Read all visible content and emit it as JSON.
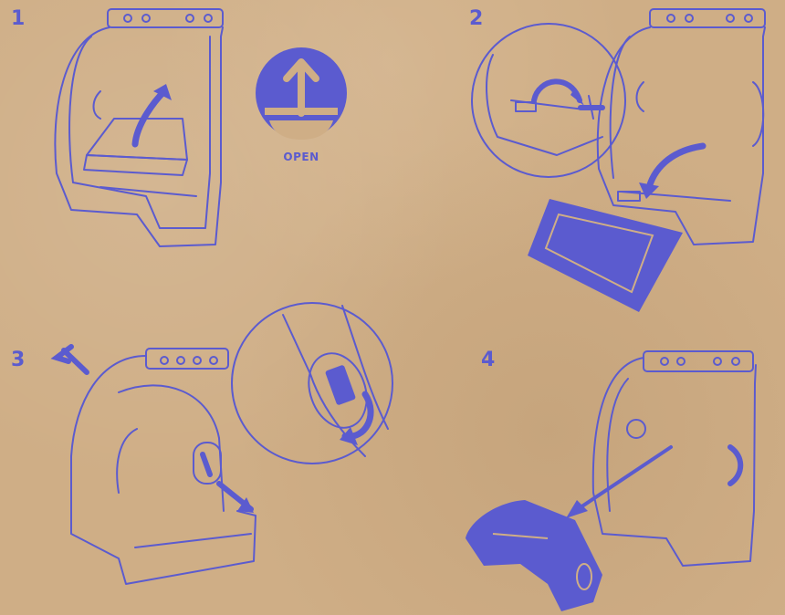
{
  "steps": [
    {
      "number": "1"
    },
    {
      "number": "2"
    },
    {
      "number": "3"
    },
    {
      "number": "4"
    }
  ],
  "open_icon": {
    "label": "OPEN",
    "icon": "open-bowl-up-arrow-icon"
  },
  "colors": {
    "background": "#cfae86",
    "ink": "#5b5bcf"
  }
}
